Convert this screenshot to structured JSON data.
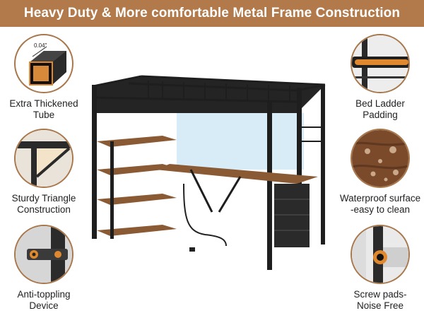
{
  "banner": {
    "title": "Heavy Duty & More comfortable Metal Frame Construction"
  },
  "colors": {
    "banner_bg": "#b27a4a",
    "circle_border": "#a8784c",
    "frame": "#1e1e1e",
    "wood": "#8a5a34",
    "accent_orange": "#e0882f",
    "led_blue": "#5ab0e8"
  },
  "features": {
    "tube": {
      "lines": [
        "Extra Thickened",
        "Tube"
      ],
      "dimension_label": "0.04\"",
      "icon": "square-tube-icon"
    },
    "triangle": {
      "lines": [
        "Sturdy Triangle",
        "Construction"
      ],
      "icon": "triangle-bracket-icon"
    },
    "anti_toppling": {
      "lines": [
        "Anti-toppling",
        "Device"
      ],
      "icon": "wall-anchor-icon"
    },
    "ladder": {
      "lines": [
        "Bed Ladder",
        "Padding"
      ],
      "icon": "ladder-padding-icon"
    },
    "waterproof": {
      "lines": [
        "Waterproof surface",
        "-easy to clean"
      ],
      "icon": "water-droplets-icon"
    },
    "screw": {
      "lines": [
        "Screw pads-",
        "Noise Free"
      ],
      "icon": "screw-pad-icon"
    }
  }
}
